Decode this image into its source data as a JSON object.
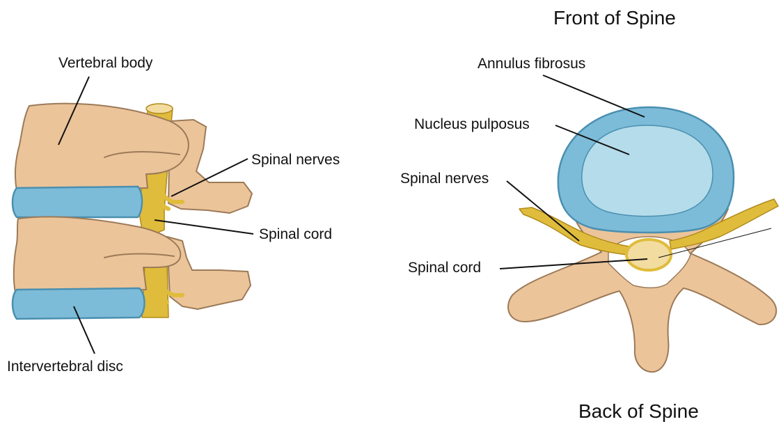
{
  "side_view": {
    "labels": {
      "vertebral_body": "Vertebral body",
      "spinal_nerves": "Spinal nerves",
      "spinal_cord": "Spinal cord",
      "intervertebral_disc": "Intervertebral disc"
    }
  },
  "top_view": {
    "orientation_front": "Front of Spine",
    "orientation_back": "Back of Spine",
    "labels": {
      "annulus_fibrosus": "Annulus fibrosus",
      "nucleus_pulposus": "Nucleus pulposus",
      "spinal_nerves": "Spinal nerves",
      "spinal_cord": "Spinal cord"
    }
  },
  "colors": {
    "bone": "#ebc49a",
    "bone_outline": "#9c7a58",
    "disc": "#7dbcd8",
    "disc_outline": "#4a8fb0",
    "nucleus": "#b4dcea",
    "nerve": "#e0bc3c",
    "nerve_outline": "#b08a1a",
    "cord_light": "#f2dca0"
  }
}
